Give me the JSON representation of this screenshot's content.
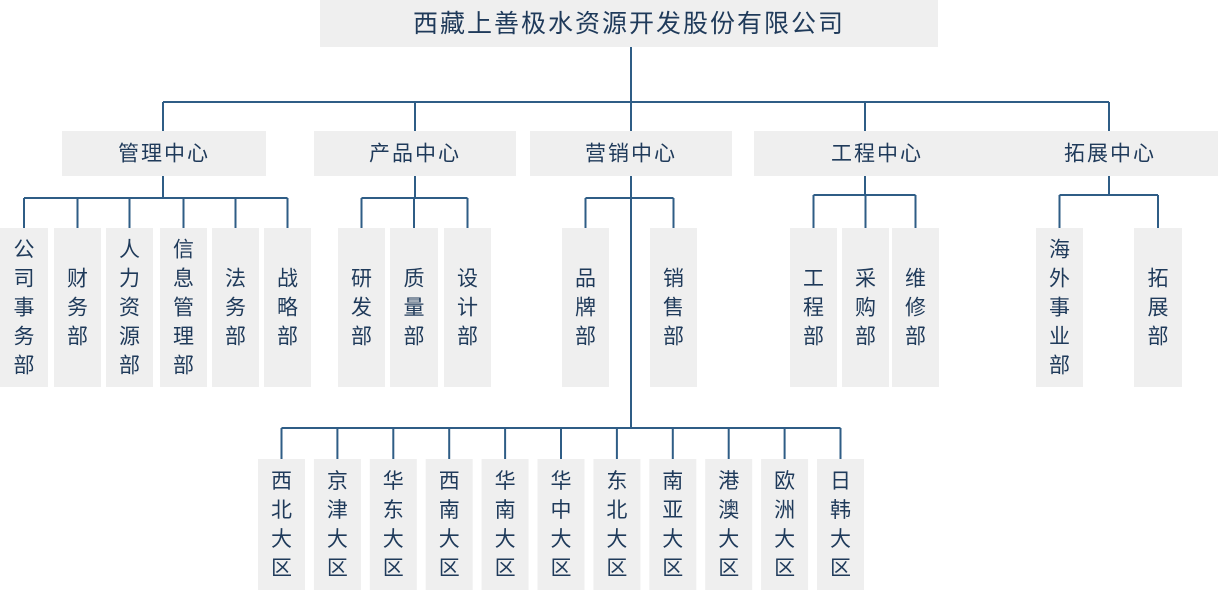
{
  "org": {
    "root": "西藏上善极水资源开发股份有限公司",
    "centers": [
      {
        "name": "管理中心",
        "departments": [
          "公司事务部",
          "财务部",
          "人力资源部",
          "信息管理部",
          "法务部",
          "战略部"
        ]
      },
      {
        "name": "产品中心",
        "departments": [
          "研发部",
          "质量部",
          "设计部"
        ]
      },
      {
        "name": "营销中心",
        "departments": [
          "品牌部",
          "销售部"
        ]
      },
      {
        "name": "工程中心",
        "departments": [
          "工程部",
          "采购部",
          "维修部"
        ]
      },
      {
        "name": "拓展中心",
        "departments": [
          "海外事业部",
          "拓展部"
        ]
      }
    ],
    "regions": [
      "西北大区",
      "京津大区",
      "华东大区",
      "西南大区",
      "华南大区",
      "华中大区",
      "东北大区",
      "南亚大区",
      "港澳大区",
      "欧洲大区",
      "日韩大区"
    ]
  }
}
